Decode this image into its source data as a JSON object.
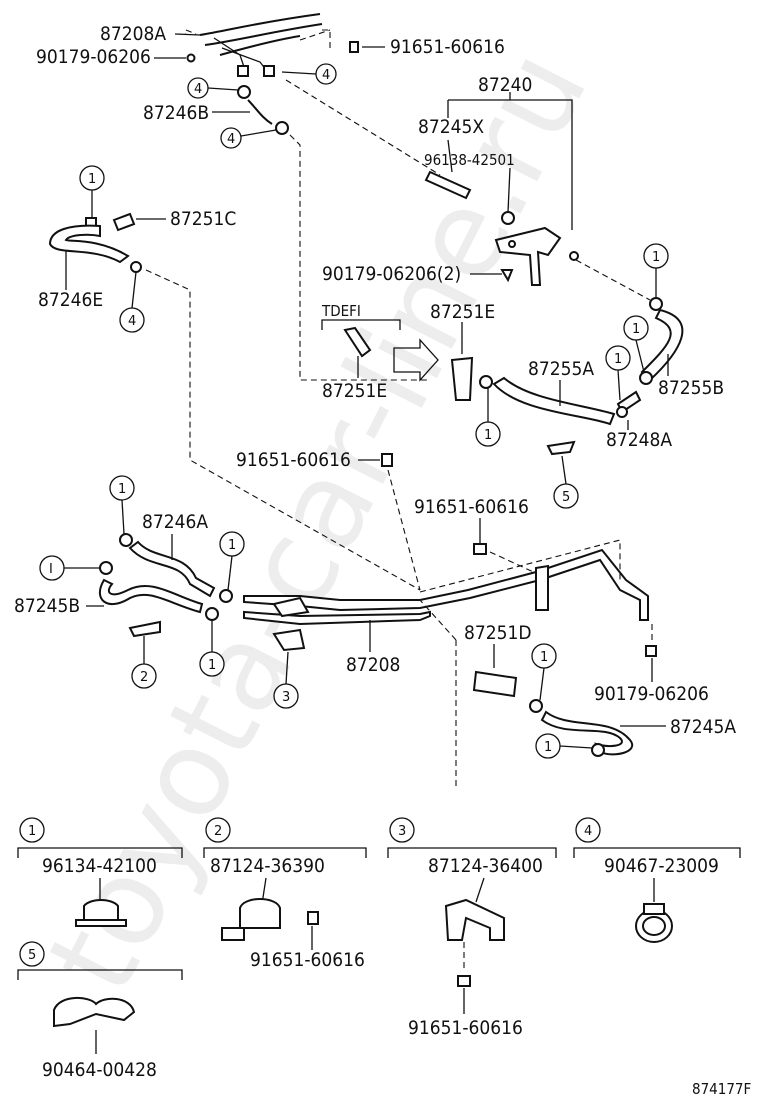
{
  "parts": {
    "p87208A": "87208A",
    "p90179_06206_top": "90179-06206",
    "p91651_60616_top": "91651-60616",
    "p87240": "87240",
    "p87246B": "87246B",
    "p87245X": "87245X",
    "p96138_42501": "96138-42501",
    "p87251C": "87251C",
    "p87246E": "87246E",
    "p90179_06206_2": "90179-06206(2)",
    "tdefi": "TDEFI",
    "p87251E_a": "87251E",
    "p87251E_b": "87251E",
    "p87255A": "87255A",
    "p87255B": "87255B",
    "p87248A": "87248A",
    "p91651_60616_mid": "91651-60616",
    "p91651_60616_mid2": "91651-60616",
    "p87246A": "87246A",
    "p87245B": "87245B",
    "p87208": "87208",
    "p87251D": "87251D",
    "p90179_06206_right": "90179-06206",
    "p87245A": "87245A"
  },
  "callouts": {
    "c1": "1",
    "c2": "2",
    "c3": "3",
    "c4": "4",
    "c5": "5",
    "cI": "I"
  },
  "legend": {
    "box1": {
      "num": "1",
      "part": "96134-42100"
    },
    "box2": {
      "num": "2",
      "part": "87124-36390",
      "sub": "91651-60616"
    },
    "box3": {
      "num": "3",
      "part": "87124-36400",
      "sub": "91651-60616"
    },
    "box4": {
      "num": "4",
      "part": "90467-23009"
    },
    "box5": {
      "num": "5",
      "part": "90464-00428"
    }
  },
  "figure_id": "874177F",
  "watermark": "toyota-car-line.ru"
}
